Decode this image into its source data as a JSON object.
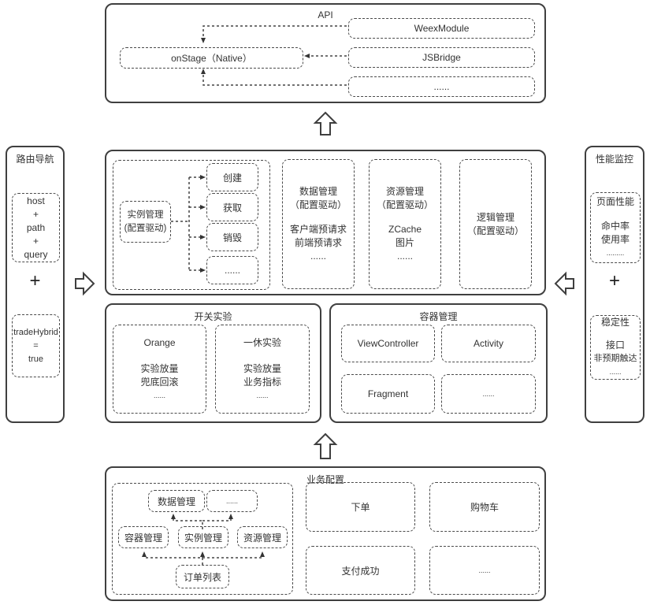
{
  "api": {
    "title": "API",
    "onstage": "onStage（Native）",
    "modules": [
      "WeexModule",
      "JSBridge",
      "......"
    ]
  },
  "route": {
    "title": "路由导航",
    "url_parts": [
      "host",
      "+",
      "path",
      "+",
      "query"
    ],
    "plus": "+",
    "flag_parts": [
      "tradeHybrid",
      "=",
      "true"
    ]
  },
  "core": {
    "instance": {
      "title": "实例管理",
      "subtitle": "(配置驱动)",
      "ops": [
        "创建",
        "获取",
        "销毁",
        "......"
      ]
    },
    "data": {
      "title": "数据管理",
      "subtitle": "（配置驱动）",
      "items": [
        "客户端预请求",
        "前端预请求",
        "......"
      ]
    },
    "resource": {
      "title": "资源管理",
      "subtitle": "（配置驱动）",
      "items": [
        "ZCache",
        "图片",
        "......"
      ]
    },
    "logic": {
      "title": "逻辑管理",
      "subtitle": "（配置驱动）"
    }
  },
  "perf": {
    "title": "性能监控",
    "page_box": {
      "title": "页面性能",
      "items": [
        "命中率",
        "使用率",
        "........."
      ]
    },
    "plus": "+",
    "stability_box": {
      "title": "稳定性",
      "items": [
        "接口",
        "非预期触达",
        "......"
      ]
    }
  },
  "experiment": {
    "title": "开关实验",
    "orange": {
      "title": "Orange",
      "items": [
        "实验放量",
        "兜底回滚",
        "......"
      ]
    },
    "yixiu": {
      "title": "一休实验",
      "items": [
        "实验放量",
        "业务指标",
        "......"
      ]
    }
  },
  "container": {
    "title": "容器管理",
    "cells": [
      "ViewController",
      "Activity",
      "Fragment",
      "......"
    ]
  },
  "business": {
    "title": "业务配置",
    "flow": {
      "top": [
        "数据管理",
        "......"
      ],
      "middle": [
        "容器管理",
        "实例管理",
        "资源管理"
      ],
      "bottom": "订单列表"
    },
    "pages": [
      "下单",
      "购物车",
      "支付成功",
      "......"
    ]
  }
}
